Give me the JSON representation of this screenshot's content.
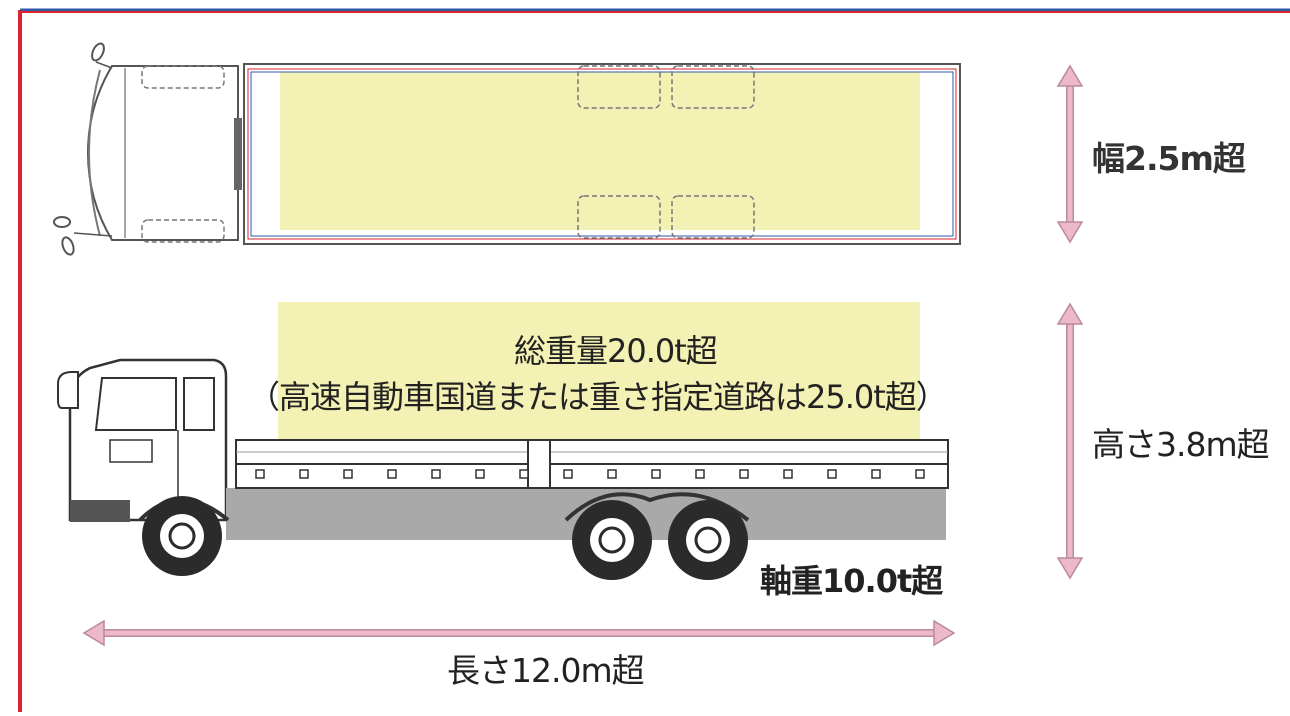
{
  "labels": {
    "width": "幅2.5m超",
    "height": "高さ3.8m超",
    "gross_weight": "総重量20.0t超",
    "gross_weight_note": "（高速自動車国道または重さ指定道路は25.0t超）",
    "axle_weight": "軸重10.0t超",
    "length": "長さ12.0m超"
  },
  "colors": {
    "frame_red": "#d7252f",
    "frame_blue": "#2f5aa8",
    "highlight_yellow": "#f4f1b4",
    "arrow_pink": "#eeb8cc",
    "arrow_outline": "#b98a9c",
    "truck_gray": "#a9a9a9",
    "truck_dark": "#2b2b2b"
  }
}
